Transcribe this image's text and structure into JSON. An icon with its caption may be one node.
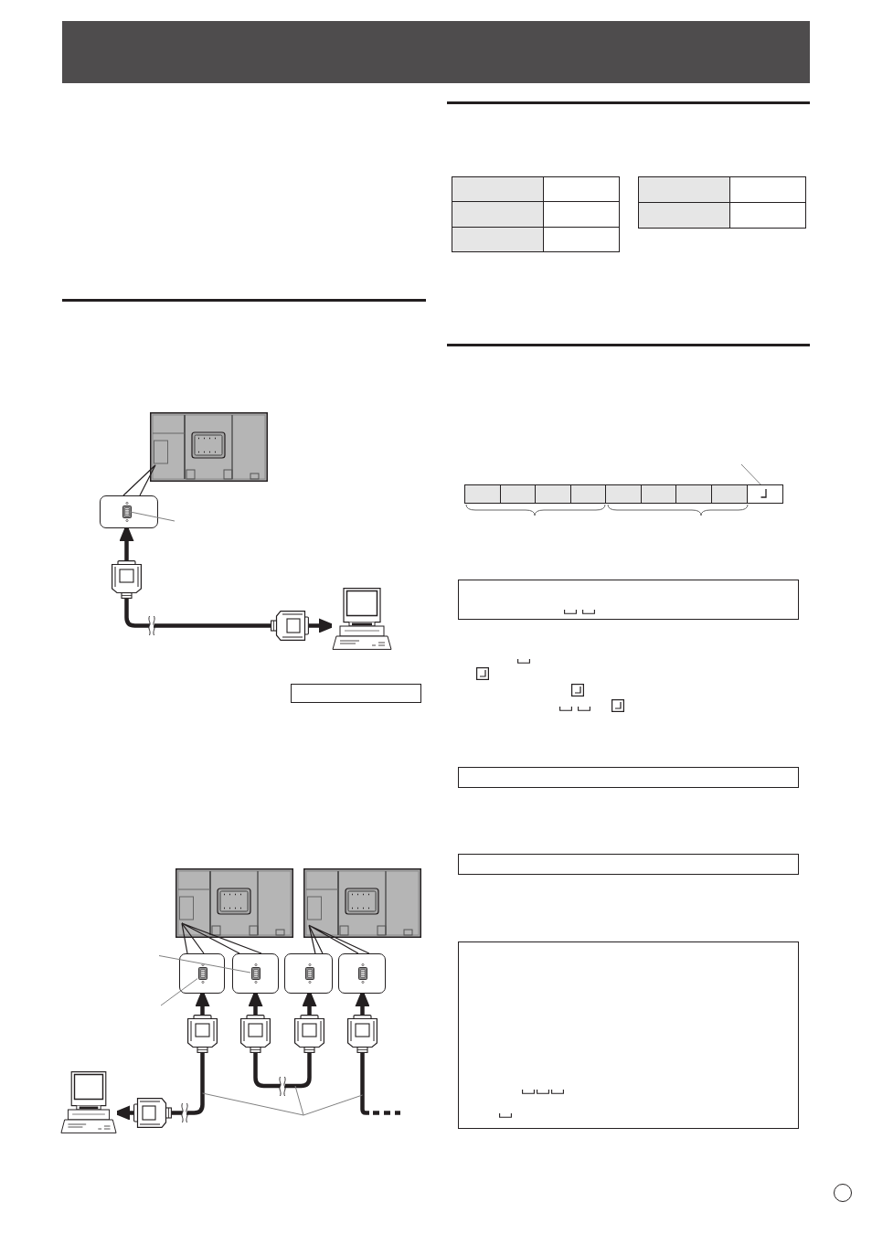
{
  "diagram": {
    "nodes": [
      {
        "text": [],
        "shape": "bar"
      },
      {
        "text": [],
        "shape": "picture"
      },
      {
        "text": [],
        "shape": "box"
      },
      {
        "text": [],
        "shape": "picture",
        "in": 2
      },
      {
        "text": [],
        "shape": "picture"
      },
      {
        "text": [],
        "shape": "picture"
      },
      {
        "text": [],
        "shape": "picture"
      },
      {
        "text": [],
        "shape": "box"
      },
      {
        "text": [],
        "shape": "picture"
      },
      {
        "text": [],
        "shape": "picture"
      },
      {
        "text": [],
        "shape": "box"
      },
      {
        "text": [],
        "shape": "picture",
        "in": 10
      },
      {
        "text": [],
        "shape": "box"
      },
      {
        "text": [],
        "shape": "picture",
        "in": 12
      },
      {
        "text": [],
        "shape": "box"
      },
      {
        "text": [],
        "shape": "picture",
        "in": 14
      },
      {
        "text": [],
        "shape": "box"
      },
      {
        "text": [],
        "shape": "picture",
        "in": 16
      },
      {
        "text": [],
        "shape": "picture"
      },
      {
        "text": [],
        "shape": "picture"
      },
      {
        "text": [],
        "shape": "picture"
      },
      {
        "text": [],
        "shape": "picture"
      },
      {
        "text": [],
        "shape": "picture"
      },
      {
        "text": [],
        "shape": "picture"
      },
      {
        "text": [],
        "shape": "box"
      },
      {
        "text": [],
        "shape": "box"
      },
      {
        "text": [],
        "shape": "box"
      },
      {
        "text": [],
        "shape": "box"
      },
      {
        "text": [],
        "shape": "box"
      },
      {
        "text": [],
        "shape": "box"
      },
      {
        "text": [],
        "shape": "box"
      },
      {
        "text": [],
        "shape": "box"
      },
      {
        "text": [],
        "shape": "box"
      },
      {
        "text": [],
        "shape": "box"
      },
      {
        "text": [],
        "shape": "box"
      },
      {
        "text": [],
        "shape": "box"
      },
      {
        "text": [],
        "shape": "box"
      },
      {
        "text": [],
        "shape": "circle"
      }
    ],
    "edges": [
      {
        "from": 1,
        "to": 2,
        "arrow": "none"
      },
      {
        "from": null,
        "to": 3,
        "arrow": "none",
        "color": "#808080"
      },
      {
        "from": 4,
        "to": 2,
        "arrow": "to"
      },
      {
        "from": 4,
        "to": 5,
        "arrow": "none"
      },
      {
        "from": 5,
        "to": 6,
        "arrow": "to"
      },
      {
        "from": 8,
        "to": 10,
        "arrow": "none"
      },
      {
        "from": 8,
        "to": 12,
        "arrow": "none"
      },
      {
        "from": 9,
        "to": 14,
        "arrow": "none"
      },
      {
        "from": 9,
        "to": 16,
        "arrow": "none"
      },
      {
        "from": null,
        "to": 13,
        "arrow": "none",
        "color": "#808080"
      },
      {
        "from": null,
        "to": 11,
        "arrow": "none",
        "color": "#808080"
      },
      {
        "from": 18,
        "to": 10,
        "arrow": "to"
      },
      {
        "from": 19,
        "to": 12,
        "arrow": "to"
      },
      {
        "from": 20,
        "to": 14,
        "arrow": "to"
      },
      {
        "from": 21,
        "to": 16,
        "arrow": "to"
      },
      {
        "from": 18,
        "to": 23,
        "arrow": "none"
      },
      {
        "from": 19,
        "to": 20,
        "arrow": "none"
      },
      {
        "from": 21,
        "to": null,
        "arrow": "none"
      },
      {
        "from": 23,
        "to": 22,
        "arrow": "to"
      },
      {
        "from": null,
        "to": 32,
        "arrow": "none",
        "color": "#808080"
      }
    ]
  }
}
